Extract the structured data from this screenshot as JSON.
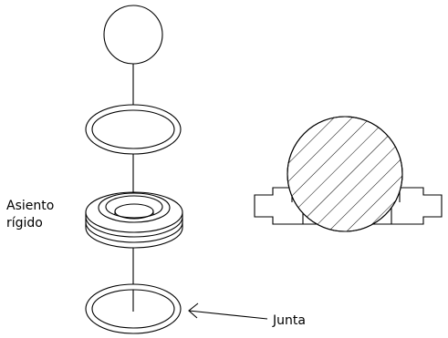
{
  "labels": {
    "seat_line1": "Asiento",
    "seat_line2": "rígido",
    "gasket": "Junta"
  }
}
